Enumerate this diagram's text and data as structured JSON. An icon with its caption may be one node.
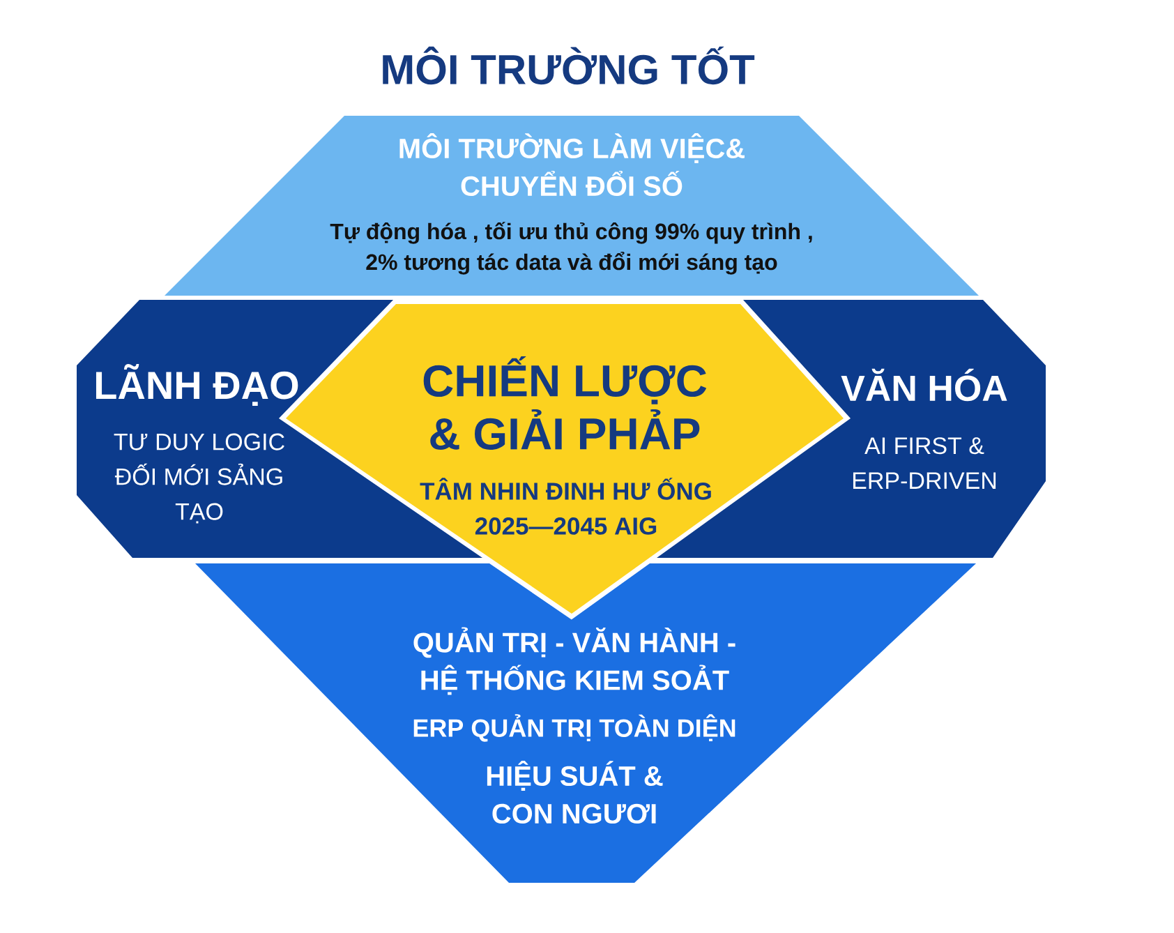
{
  "diagram": {
    "title": "MÔI TRƯỜNG TỐT",
    "nodes": [
      {
        "text": [
          "MÔI TRƯỜNG LÀM VIỆC& CHUYỂN ĐỔI SỐ",
          "Tự động hóa , tối ưu thủ công 99% quy trình , 2% tương tác data và đổi mới sáng tạo"
        ]
      },
      {
        "text": [
          "LÃNH ĐẠO",
          "TƯ DUY LOGIC ĐỐI MỚI SẢNG TẠO"
        ]
      },
      {
        "text": [
          "CHIẾN LƯỢC & GIẢI PHẢP",
          "TÂM NHIN ĐINH HƯ ỐNG 2025—2045 AIG"
        ]
      },
      {
        "text": [
          "VĂN HÓA",
          "AI FIRST & ERP-DRIVEN"
        ]
      },
      {
        "text": [
          "QUẢN TRỊ - VĂN HÀNH - HỆ THỐNG KIEM SOẢT",
          "ERP QUẢN TRỊ TOÀN DIỆN",
          "HIỆU SUÁT & CON NGƯƠI"
        ]
      }
    ]
  }
}
